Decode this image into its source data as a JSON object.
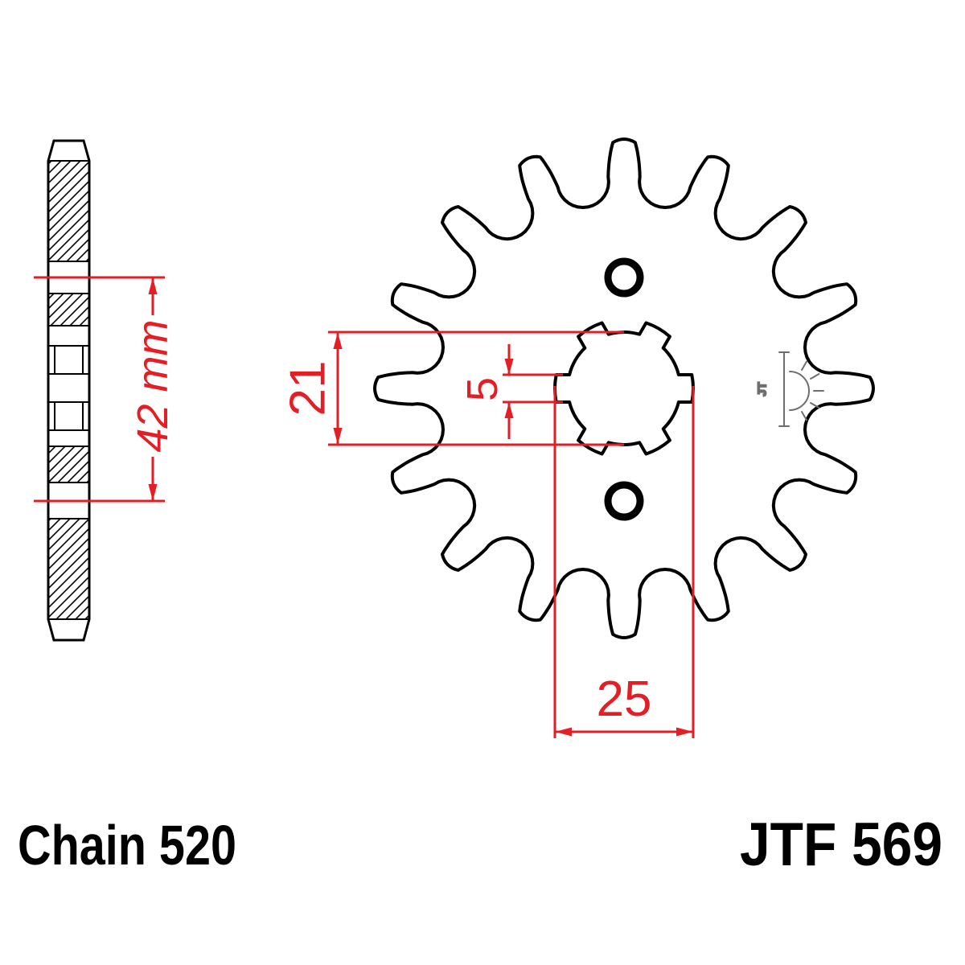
{
  "drawing": {
    "side_view": {
      "bolt_spacing_label": "42 mm"
    },
    "front_view": {
      "bore_minor_label": "21",
      "slot_width_label": "5",
      "bore_major_label": "25",
      "logo_text": "JT"
    }
  },
  "footer": {
    "chain_label": "Chain 520",
    "part_number": "JTF 569"
  },
  "colors": {
    "dimension": "#e31e24",
    "outline": "#000000",
    "background": "#ffffff"
  }
}
